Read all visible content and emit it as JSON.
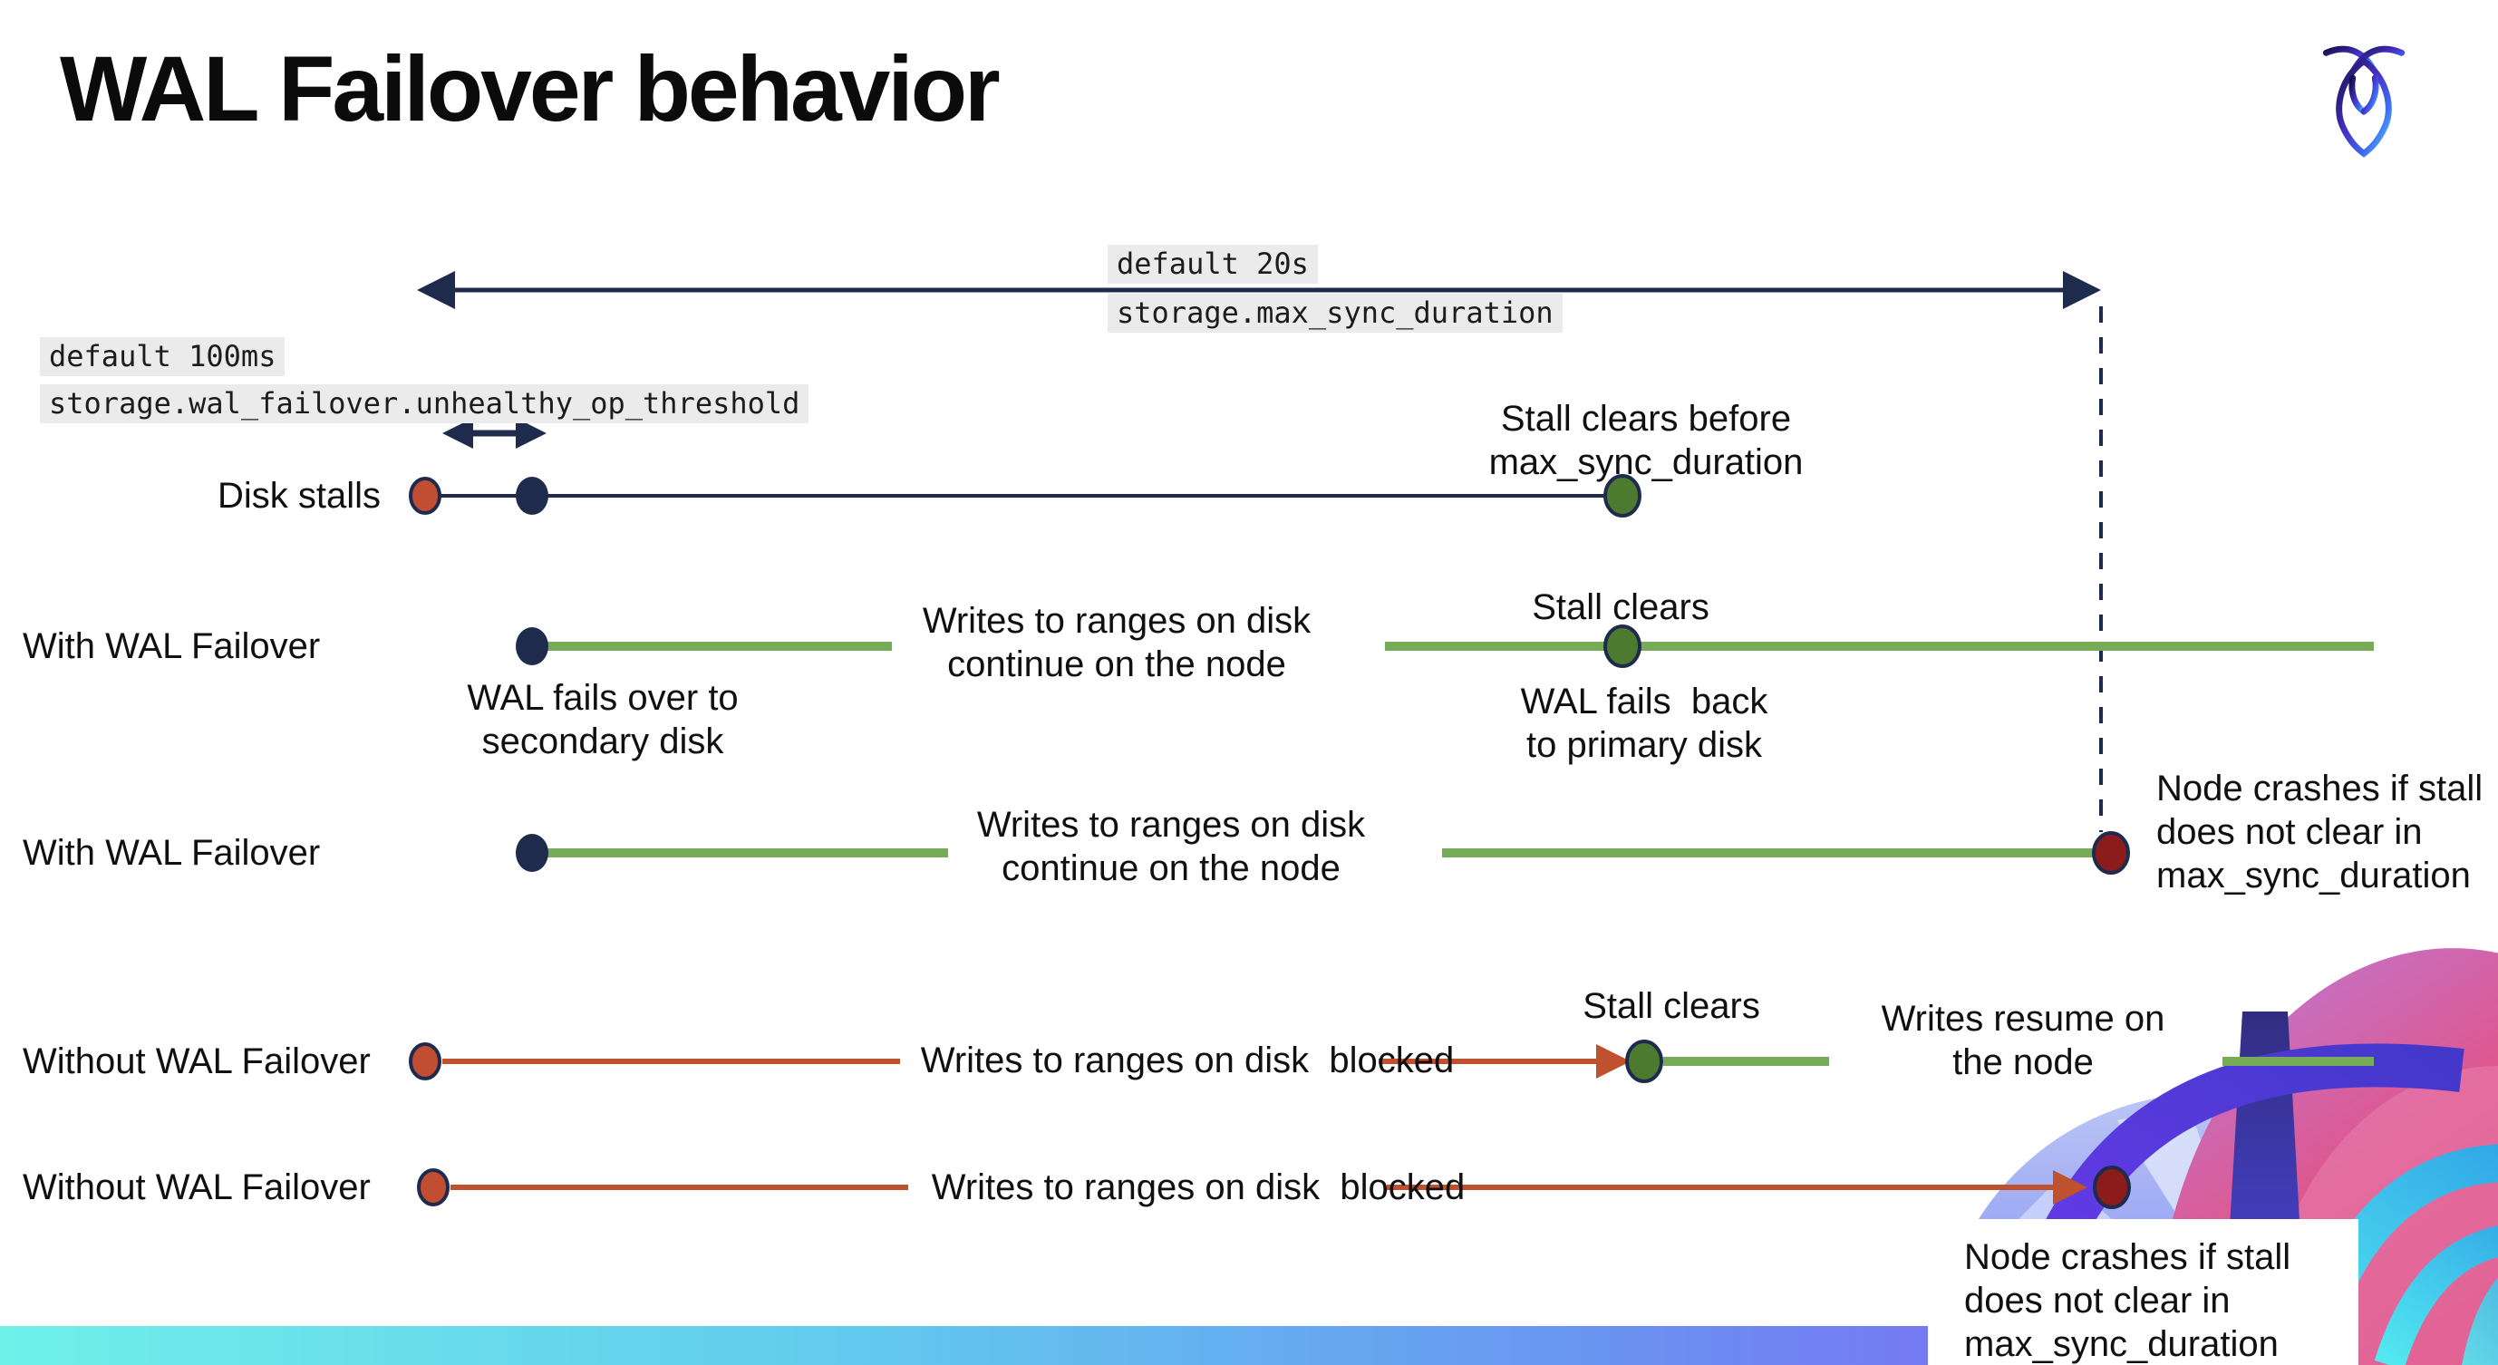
{
  "title": "WAL Failover behavior",
  "settings": {
    "max_sync_duration": {
      "default_label": "default 20s",
      "setting_name": "storage.max_sync_duration"
    },
    "unhealthy_op_threshold": {
      "default_label": "default 100ms",
      "setting_name": "storage.wal_failover.unhealthy_op_threshold"
    }
  },
  "rows": {
    "disk_stalls": {
      "label": "Disk stalls",
      "stall_clears_note": "Stall clears before\nmax_sync_duration"
    },
    "with_failover_clears": {
      "label": "With WAL Failover",
      "writes_note": "Writes to ranges on disk\ncontinue on the node",
      "stall_clears": "Stall clears",
      "failover_note": "WAL fails over to\nsecondary disk",
      "failback_note": "WAL fails  back\nto primary disk"
    },
    "with_failover_crash": {
      "label": "With WAL Failover",
      "writes_note": "Writes to ranges on disk\ncontinue on the node",
      "crash_note": "Node crashes if stall\ndoes not clear in\nmax_sync_duration"
    },
    "without_failover_clears": {
      "label": "Without WAL Failover",
      "writes_note": "Writes to ranges on disk  blocked",
      "stall_clears": "Stall clears",
      "resume_note": "Writes resume on\nthe node"
    },
    "without_failover_crash": {
      "label": "Without WAL Failover",
      "writes_note": "Writes to ranges on disk  blocked",
      "crash_note": "Node crashes if stall\ndoes not clear in\nmax_sync_duration"
    }
  },
  "colors": {
    "navy": "#1e2b4d",
    "green_line": "#76ab57",
    "green_dot": "#4c7a2e",
    "red_line": "#c0512f",
    "red_dot": "#c14e33",
    "maroon_dot": "#8c1b1b",
    "setting_label_bg": "#ebebeb",
    "title_color": "#0b0b0b",
    "bottom_bar_gradient_start": "#6ff0e9",
    "bottom_bar_gradient_end": "#8a5cf0"
  }
}
